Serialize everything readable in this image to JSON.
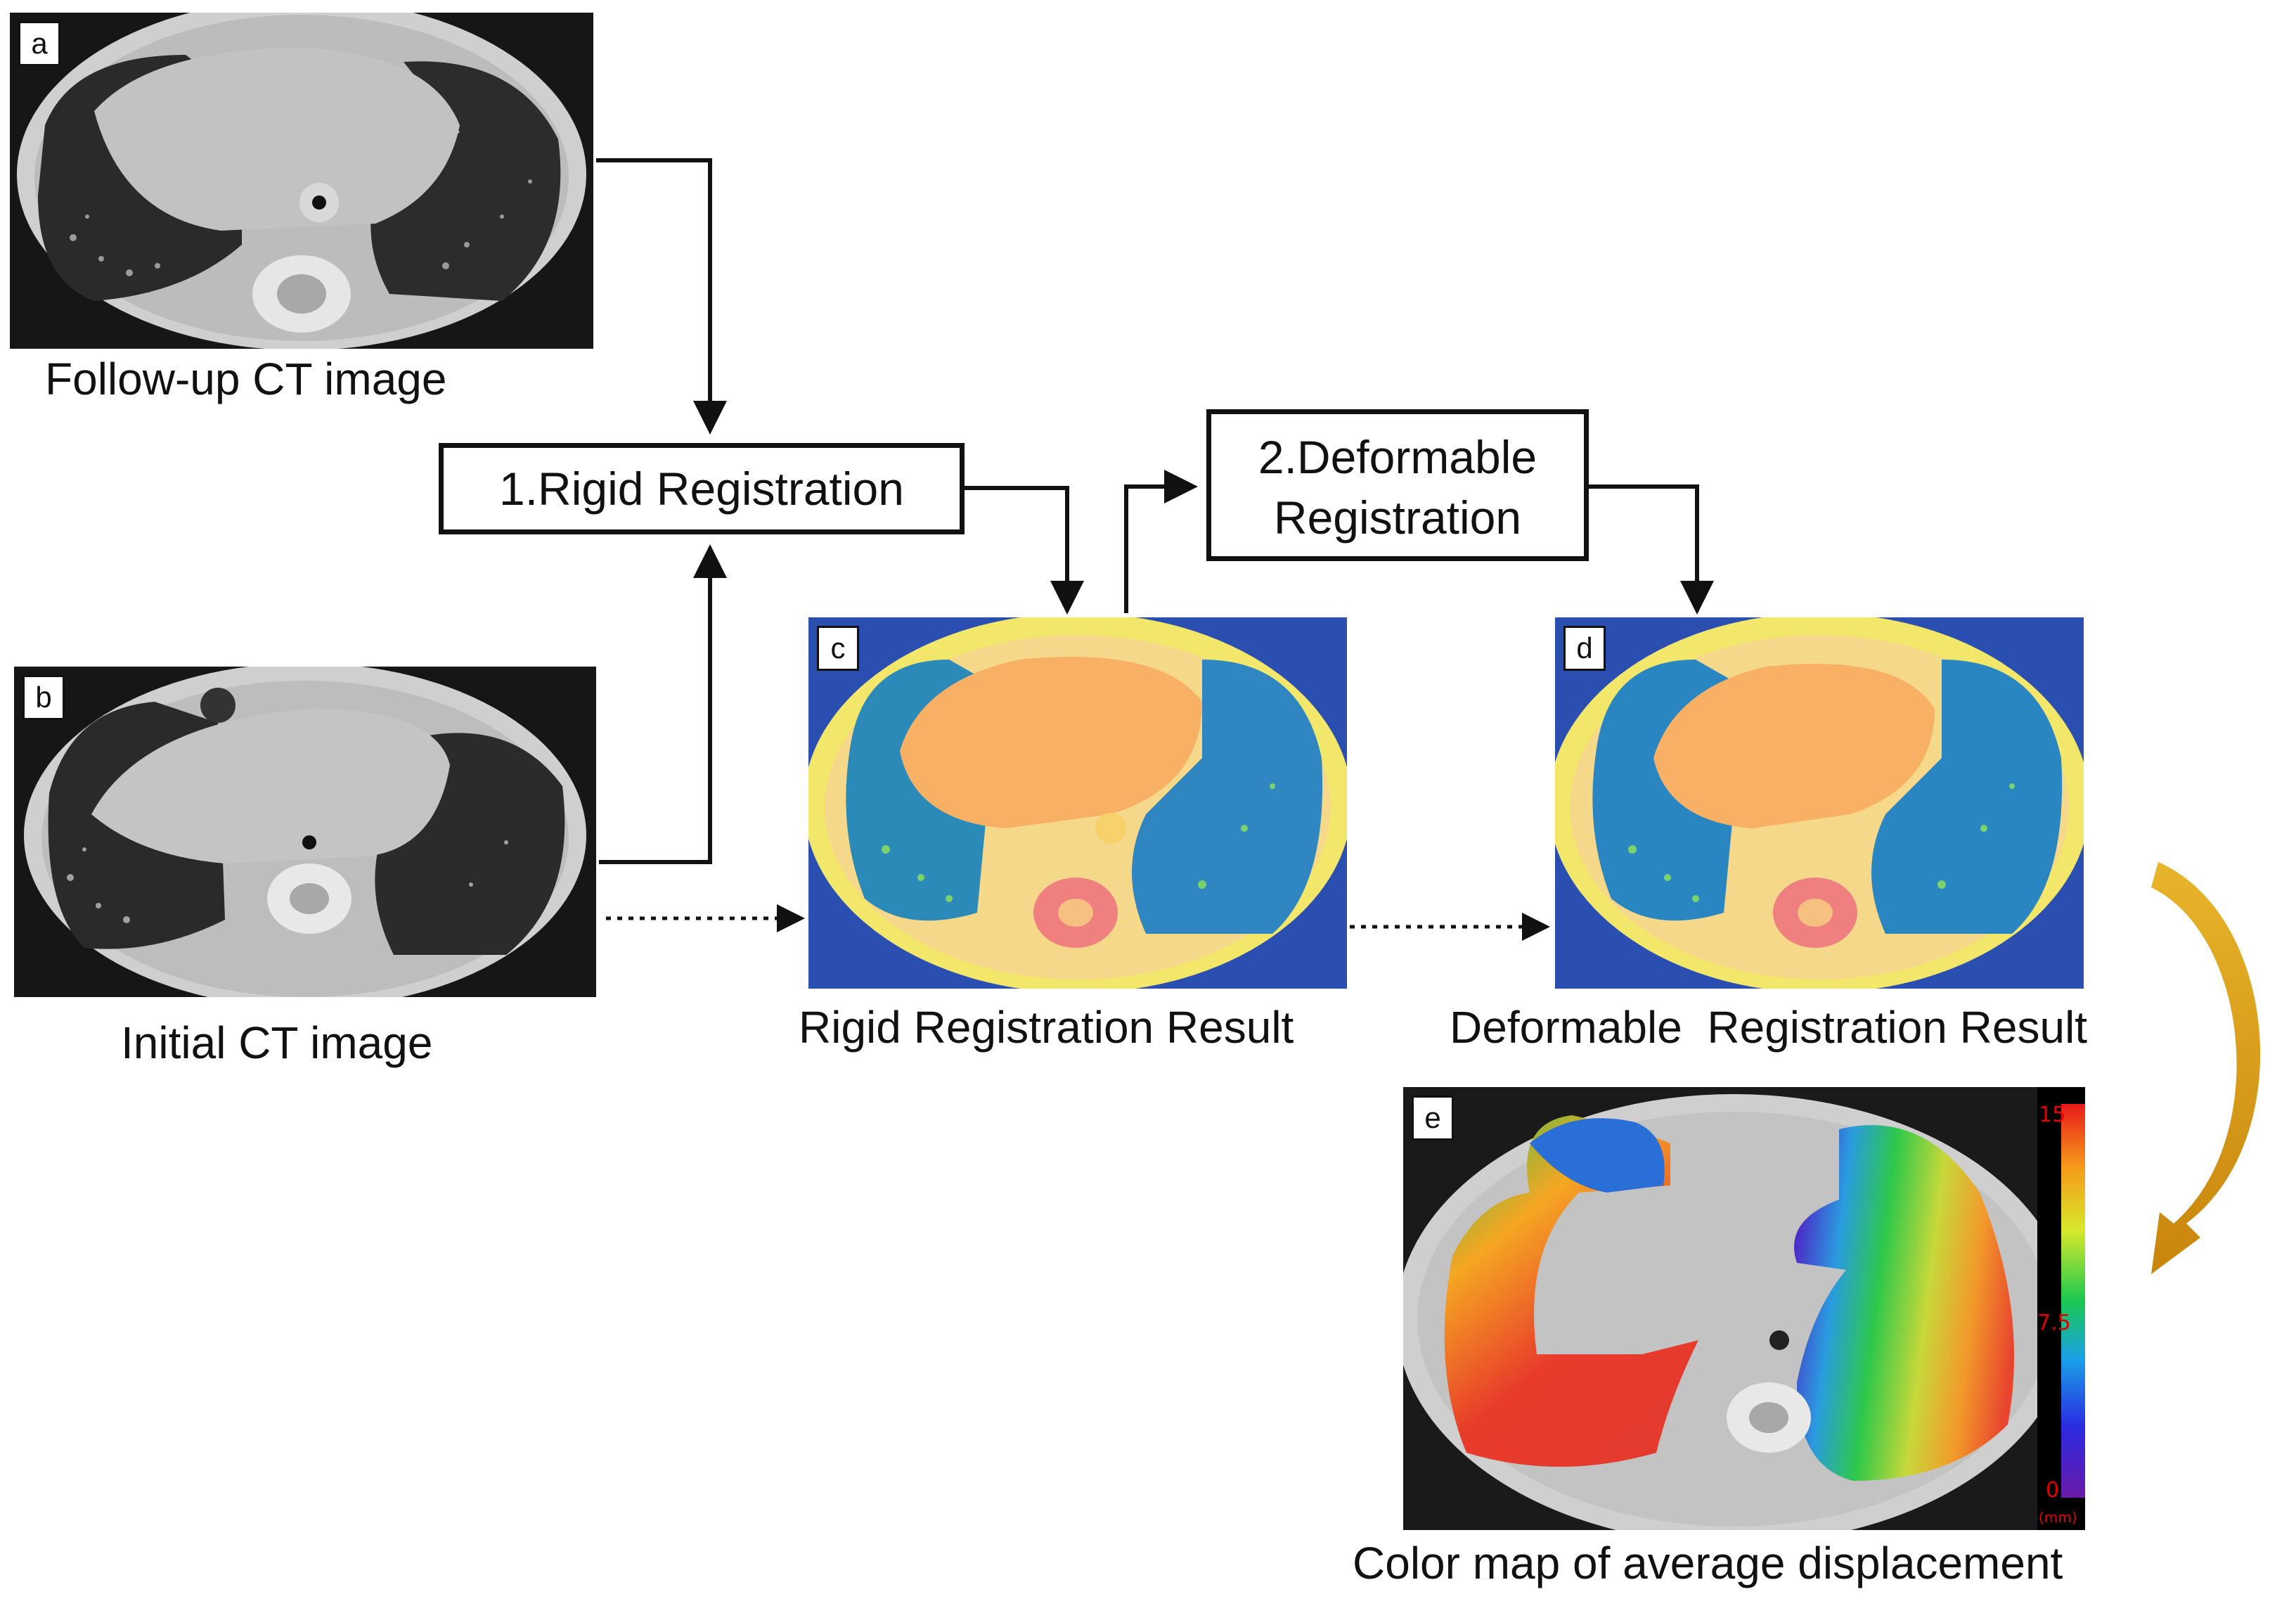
{
  "panels": {
    "a": {
      "letter": "a",
      "caption": "Follow-up CT image"
    },
    "b": {
      "letter": "b",
      "caption": "Initial CT image"
    },
    "c": {
      "letter": "c",
      "caption": "Rigid Registration Result"
    },
    "d": {
      "letter": "d",
      "caption": "Deformable  Registration Result"
    },
    "e": {
      "letter": "e",
      "caption": "Color map of average displacement"
    }
  },
  "steps": {
    "rigid": {
      "label": "1.Rigid Registration"
    },
    "deformable": {
      "line1": "2.Deformable",
      "line2": "Registration"
    }
  },
  "colorbar": {
    "max": "15",
    "mid": "7.5",
    "min": "0",
    "unit": "(mm)"
  },
  "colors": {
    "arrow": "#d49a12",
    "colorbar_text": "#e00000"
  }
}
